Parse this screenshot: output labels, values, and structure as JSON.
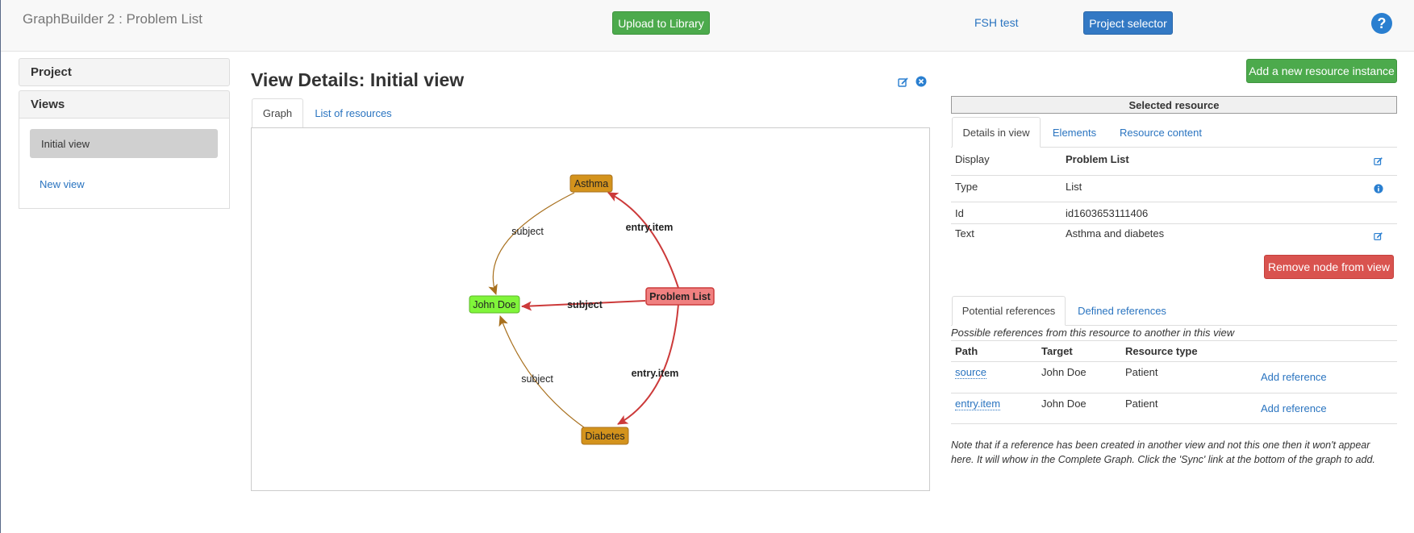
{
  "header": {
    "app_title": "GraphBuilder 2 : Problem List",
    "upload_label": "Upload to Library",
    "fsh_link": "FSH test",
    "project_selector_label": "Project selector",
    "help_icon": "?"
  },
  "sidebar": {
    "project_label": "Project",
    "views_label": "Views",
    "items": [
      {
        "label": "Initial view"
      }
    ],
    "new_view_label": "New view"
  },
  "main": {
    "title": "View Details: Initial view",
    "tabs": [
      {
        "label": "Graph"
      },
      {
        "label": "List of resources"
      }
    ],
    "graph": {
      "nodes": [
        {
          "id": "asthma",
          "label": "Asthma",
          "color": "#d4931c"
        },
        {
          "id": "johndoe",
          "label": "John Doe",
          "color": "#80f53a"
        },
        {
          "id": "problemlist",
          "label": "Problem List",
          "color": "#f08080"
        },
        {
          "id": "diabetes",
          "label": "Diabetes",
          "color": "#d4931c"
        }
      ],
      "edges": [
        {
          "label": "subject",
          "from": "asthma",
          "to": "johndoe"
        },
        {
          "label": "entry.item",
          "from": "problemlist",
          "to": "asthma"
        },
        {
          "label": "subject",
          "from": "problemlist",
          "to": "johndoe"
        },
        {
          "label": "entry.item",
          "from": "problemlist",
          "to": "diabetes"
        },
        {
          "label": "subject",
          "from": "diabetes",
          "to": "johndoe"
        }
      ]
    }
  },
  "right": {
    "add_instance_label": "Add a new resource instance",
    "selected_resource_label": "Selected resource",
    "tabs": [
      {
        "label": "Details in view"
      },
      {
        "label": "Elements"
      },
      {
        "label": "Resource content"
      }
    ],
    "details": [
      {
        "label": "Display",
        "value": "Problem List"
      },
      {
        "label": "Type",
        "value": "List"
      },
      {
        "label": "Id",
        "value": "id1603653111406"
      },
      {
        "label": "Text",
        "value": "Asthma and diabetes"
      }
    ],
    "remove_node_label": "Remove node from view",
    "ref_tabs": [
      {
        "label": "Potential references"
      },
      {
        "label": "Defined references"
      }
    ],
    "ref_description": "Possible references from this resource to another in this view",
    "ref_headers": [
      "Path",
      "Target",
      "Resource type"
    ],
    "ref_rows": [
      {
        "path": "source",
        "target": "John Doe",
        "type": "Patient",
        "action": "Add reference"
      },
      {
        "path": "entry.item",
        "target": "John Doe",
        "type": "Patient",
        "action": "Add reference"
      }
    ],
    "note": "Note that if a reference has been created in another view and not this one then it won't appear here. It will whow in the Complete Graph. Click the 'Sync' link at the bottom of the graph to add."
  },
  "colors": {
    "success": "#4caa4c",
    "primary": "#3379c4",
    "danger": "#d9534f",
    "link": "#2a74c0",
    "edge_red": "#cc3a3a",
    "edge_brown": "#a8701e"
  }
}
